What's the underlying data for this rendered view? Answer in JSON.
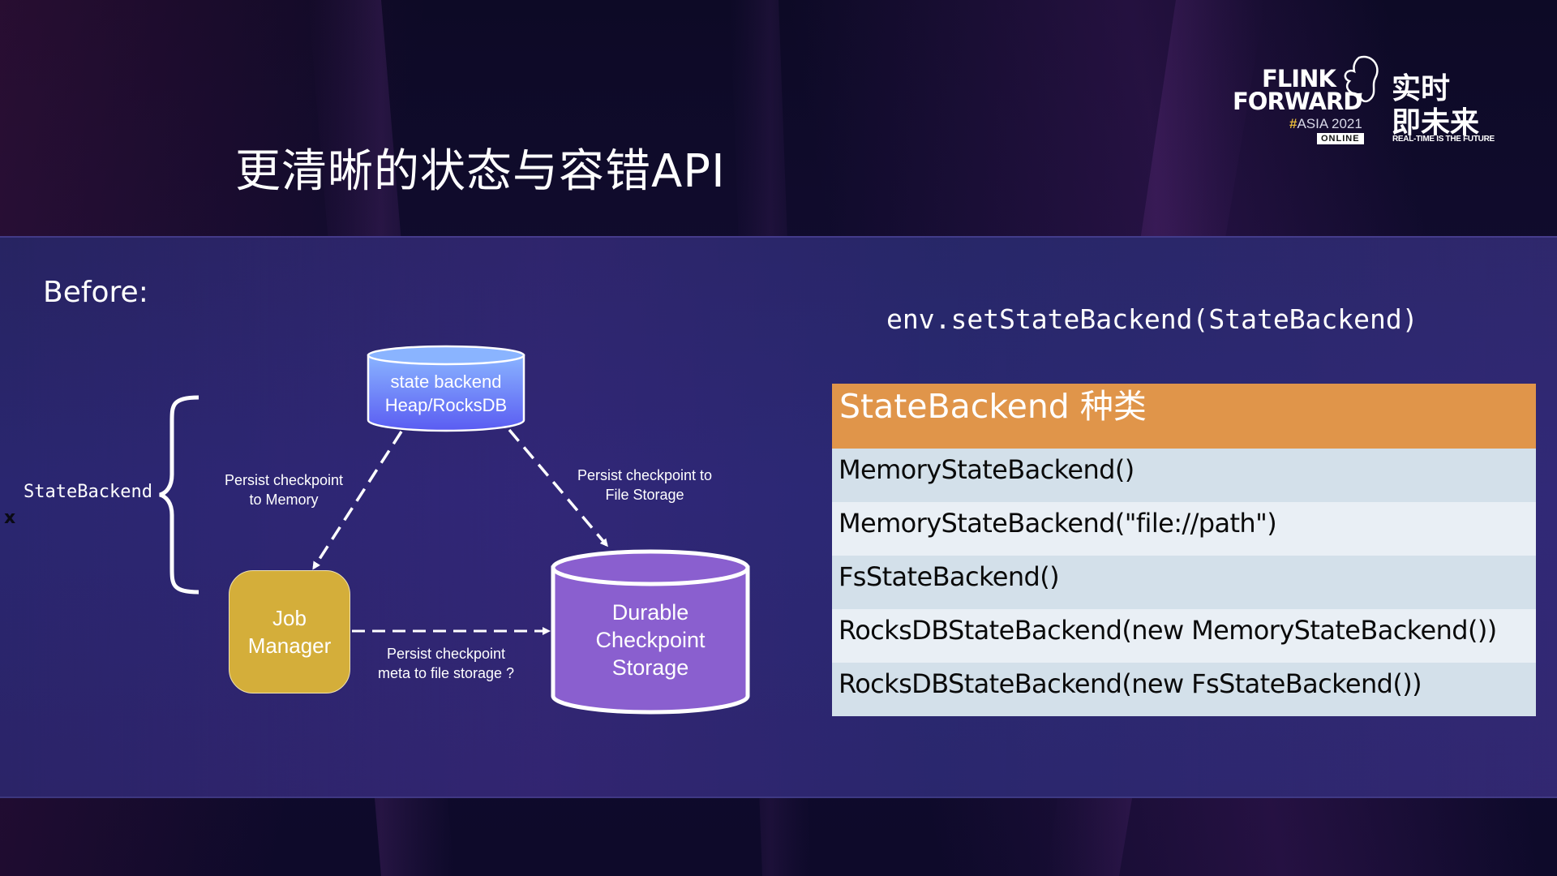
{
  "slide": {
    "title": "更清晰的状态与容错API",
    "before_label": "Before:",
    "code_line": "env.setStateBackend(StateBackend)",
    "side_label": "StateBackend",
    "side_mark": "x"
  },
  "logo": {
    "line1": "FLINK",
    "line2": "FORWARD",
    "hash": "#",
    "event": "ASIA 2021",
    "badge": "ONLINE",
    "cn_line1": "实时",
    "cn_line2": "即未来",
    "tagline": "REAL-TIME IS THE FUTURE"
  },
  "diagram": {
    "state_backend": {
      "line1": "state backend",
      "line2": "Heap/RocksDB",
      "color": "#5b6cf0"
    },
    "job_manager": {
      "line1": "Job",
      "line2": "Manager",
      "color": "#d4ae3a"
    },
    "durable_storage": {
      "line1": "Durable",
      "line2": "Checkpoint",
      "line3": "Storage",
      "color": "#8a5fcf"
    },
    "edges": {
      "to_memory": {
        "line1": "Persist checkpoint",
        "line2": "to Memory"
      },
      "to_file": {
        "line1": "Persist checkpoint to",
        "line2": "File Storage"
      },
      "meta": {
        "line1": "Persist checkpoint",
        "line2": "meta to file storage ?"
      }
    }
  },
  "table": {
    "header": "StateBackend 种类",
    "header_color": "#e0954a",
    "rows": [
      "MemoryStateBackend()",
      "MemoryStateBackend(\"file://path\")",
      "FsStateBackend()",
      "RocksDBStateBackend(new MemoryStateBackend())",
      "RocksDBStateBackend(new FsStateBackend())"
    ]
  }
}
